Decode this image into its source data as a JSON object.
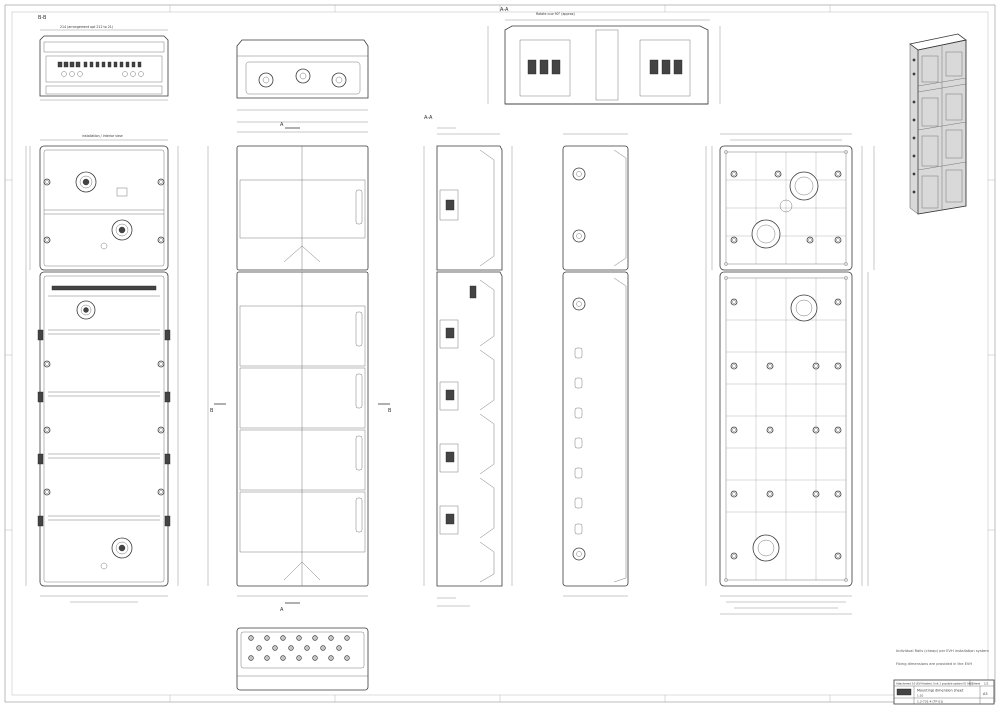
{
  "sections": {
    "bb_label": "B-B",
    "aa_top_label": "A-A",
    "aa_top_note": "Rotate ccw 90° (approx)",
    "aa_side_label": "A-A",
    "interior_note": "installation / interior view",
    "top_dim_note": "214 (arrangement opt 212 to 21)"
  },
  "markers": {
    "a": "A",
    "b": "B"
  },
  "notes": {
    "line1": "Individual Rails (cheap) per EVH installation system",
    "line2": "Fixing dimensions are provided in the EVH"
  },
  "title_block": {
    "row1": "Attachment 10 (EVH tested, Unit 1 possible system ID 960)",
    "sheet_label": "Sheet",
    "sheet_no": "1/1",
    "title": "Mounting/ dimension sheet",
    "drawing_no": "1.2-731-4 (TF-01)",
    "scale": "1:10",
    "format": "A3"
  }
}
